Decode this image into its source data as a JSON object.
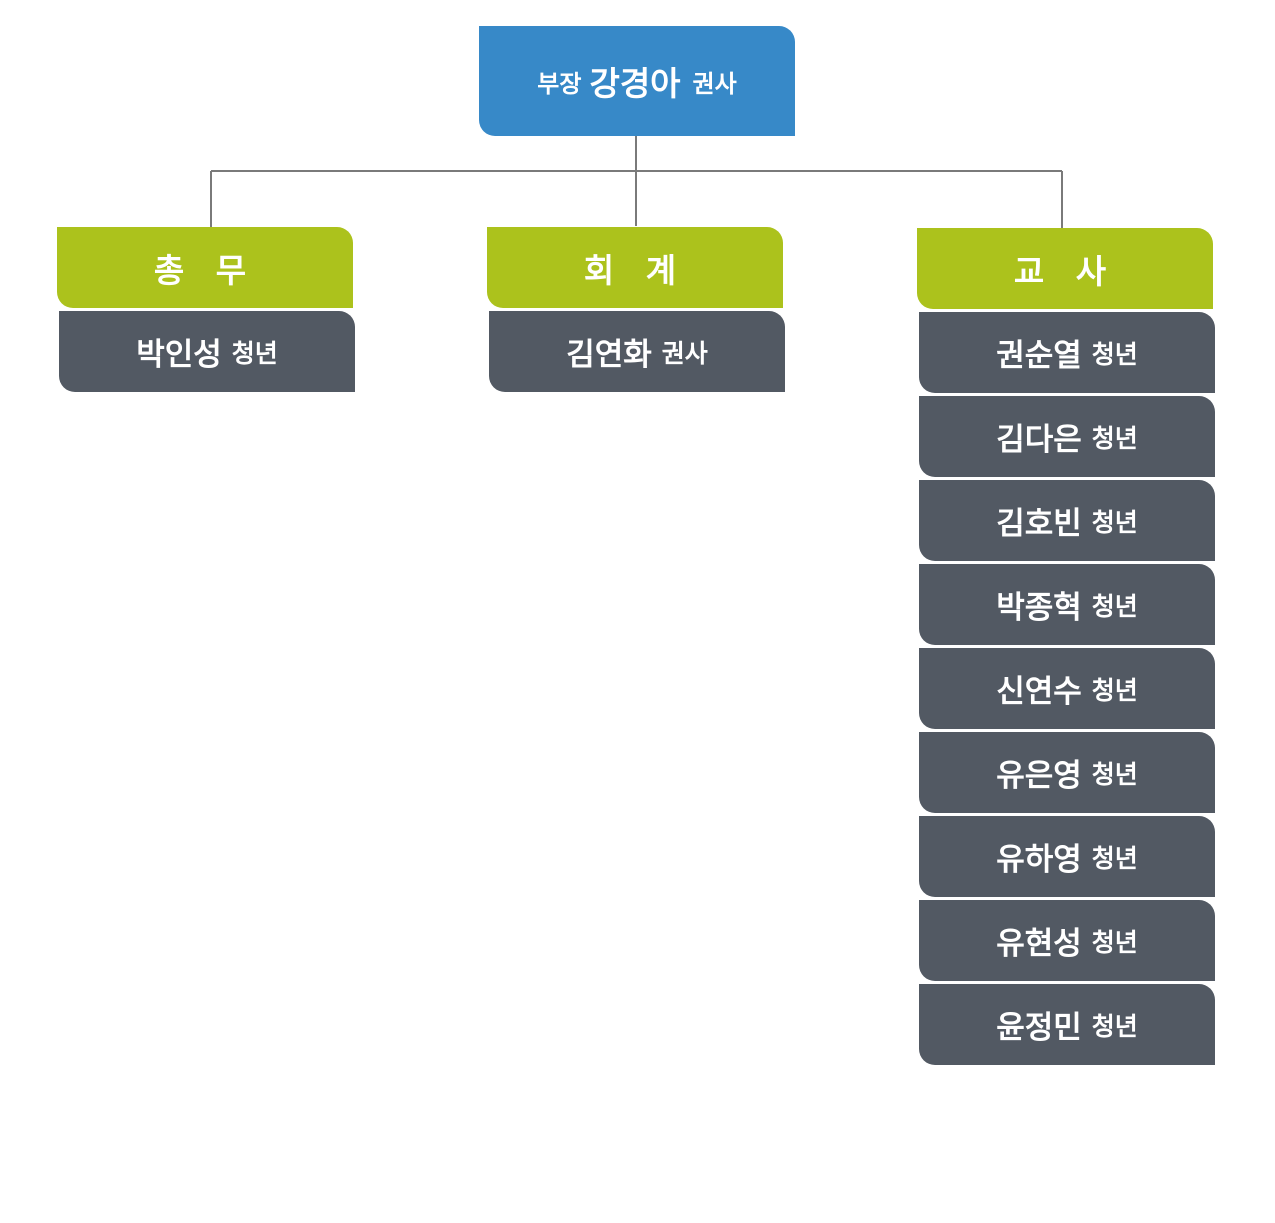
{
  "head": {
    "role": "부장",
    "name": "강경아",
    "title": "권사"
  },
  "departments": [
    {
      "name": "총 무",
      "members": [
        {
          "name": "박인성",
          "title": "청년"
        }
      ]
    },
    {
      "name": "회 계",
      "members": [
        {
          "name": "김연화",
          "title": "권사"
        }
      ]
    },
    {
      "name": "교 사",
      "members": [
        {
          "name": "권순열",
          "title": "청년"
        },
        {
          "name": "김다은",
          "title": "청년"
        },
        {
          "name": "김호빈",
          "title": "청년"
        },
        {
          "name": "박종혁",
          "title": "청년"
        },
        {
          "name": "신연수",
          "title": "청년"
        },
        {
          "name": "유은영",
          "title": "청년"
        },
        {
          "name": "유하영",
          "title": "청년"
        },
        {
          "name": "유현성",
          "title": "청년"
        },
        {
          "name": "윤정민",
          "title": "청년"
        }
      ]
    }
  ],
  "colors": {
    "head": "#3789c8",
    "department": "#acc21c",
    "member": "#525963",
    "connector": "#7a7a7a"
  }
}
